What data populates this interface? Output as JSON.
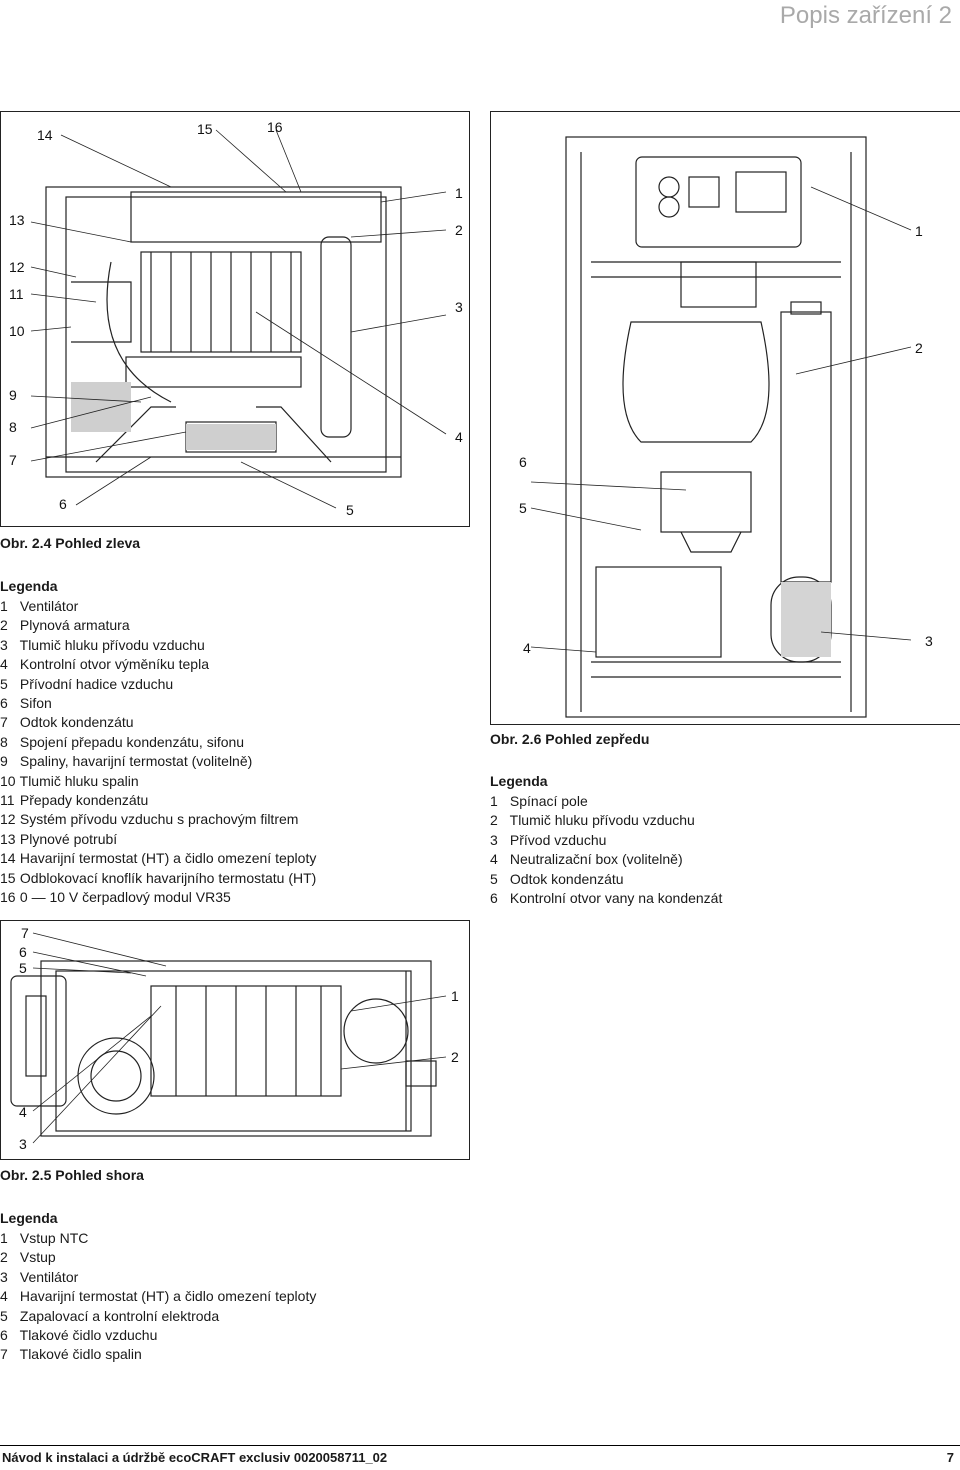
{
  "header": {
    "title": "Popis zařízení 2"
  },
  "figure_24": {
    "caption": "Obr. 2.4 Pohled zleva",
    "callouts": [
      "14",
      "15",
      "16",
      "13",
      "12",
      "11",
      "10",
      "9",
      "8",
      "7",
      "6",
      "5",
      "4",
      "3",
      "2",
      "1"
    ],
    "legend_title": "Legenda",
    "legend": [
      {
        "num": "1",
        "text": "Ventilátor"
      },
      {
        "num": "2",
        "text": "Plynová armatura"
      },
      {
        "num": "3",
        "text": "Tlumič hluku přívodu vzduchu"
      },
      {
        "num": "4",
        "text": "Kontrolní otvor výměníku tepla"
      },
      {
        "num": "5",
        "text": "Přívodní hadice vzduchu"
      },
      {
        "num": "6",
        "text": "Sifon"
      },
      {
        "num": "7",
        "text": "Odtok kondenzátu"
      },
      {
        "num": "8",
        "text": "Spojení přepadu kondenzátu, sifonu"
      },
      {
        "num": "9",
        "text": "Spaliny, havarijní termostat (volitelně)"
      },
      {
        "num": "10",
        "text": "Tlumič hluku spalin"
      },
      {
        "num": "11",
        "text": "Přepady kondenzátu"
      },
      {
        "num": "12",
        "text": "Systém přívodu vzduchu s prachovým filtrem"
      },
      {
        "num": "13",
        "text": "Plynové potrubí"
      },
      {
        "num": "14",
        "text": "Havarijní termostat (HT) a čidlo omezení teploty"
      },
      {
        "num": "15",
        "text": "Odblokovací knoflík havarijního termostatu (HT)"
      },
      {
        "num": "16",
        "text": "0 — 10 V čerpadlový modul VR35"
      }
    ]
  },
  "figure_26": {
    "caption": "Obr. 2.6 Pohled zepředu",
    "callouts": [
      "1",
      "2",
      "6",
      "5",
      "4",
      "3"
    ],
    "legend_title": "Legenda",
    "legend": [
      {
        "num": "1",
        "text": "Spínací pole"
      },
      {
        "num": "2",
        "text": "Tlumič hluku přívodu vzduchu"
      },
      {
        "num": "3",
        "text": "Přívod vzduchu"
      },
      {
        "num": "4",
        "text": "Neutralizační box (volitelně)"
      },
      {
        "num": "5",
        "text": "Odtok kondenzátu"
      },
      {
        "num": "6",
        "text": "Kontrolní otvor vany na kondenzát"
      }
    ]
  },
  "figure_25": {
    "caption": "Obr. 2.5 Pohled shora",
    "callouts": [
      "7",
      "6",
      "5",
      "4",
      "3",
      "1",
      "2"
    ],
    "legend_title": "Legenda",
    "legend": [
      {
        "num": "1",
        "text": "Vstup NTC"
      },
      {
        "num": "2",
        "text": "Vstup"
      },
      {
        "num": "3",
        "text": "Ventilátor"
      },
      {
        "num": "4",
        "text": "Havarijní termostat (HT) a čidlo omezení teploty"
      },
      {
        "num": "5",
        "text": "Zapalovací a kontrolní elektroda"
      },
      {
        "num": "6",
        "text": "Tlakové čidlo vzduchu"
      },
      {
        "num": "7",
        "text": "Tlakové čidlo spalin"
      }
    ]
  },
  "footer": {
    "left": "Návod k instalaci a údržbě ecoCRAFT exclusiv 0020058711_02",
    "right": "7"
  }
}
